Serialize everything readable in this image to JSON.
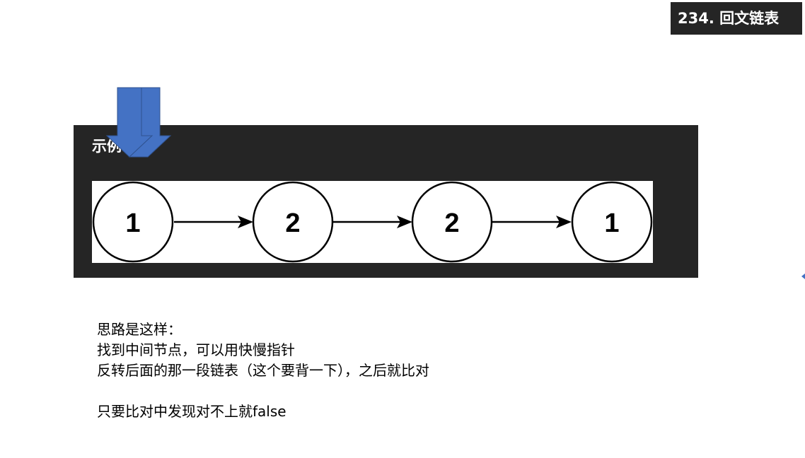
{
  "title": "234. 回文链表",
  "example": {
    "label": "示例 1",
    "nodes": [
      "1",
      "2",
      "2",
      "1"
    ]
  },
  "notes": {
    "line1": "思路是这样：",
    "line2": "找到中间节点，可以用快慢指针",
    "line3": "反转后面的那一段链表（这个要背一下），之后就比对",
    "line4": "只要比对中发现对不上就false"
  },
  "colors": {
    "panel": "#252525",
    "pointer_arrow": "#4472C4",
    "pointer_arrow_edge": "#2F528F"
  },
  "icons": {
    "pointer": "down-arrow-icon",
    "edge_marker": "left-arrowhead-icon"
  }
}
